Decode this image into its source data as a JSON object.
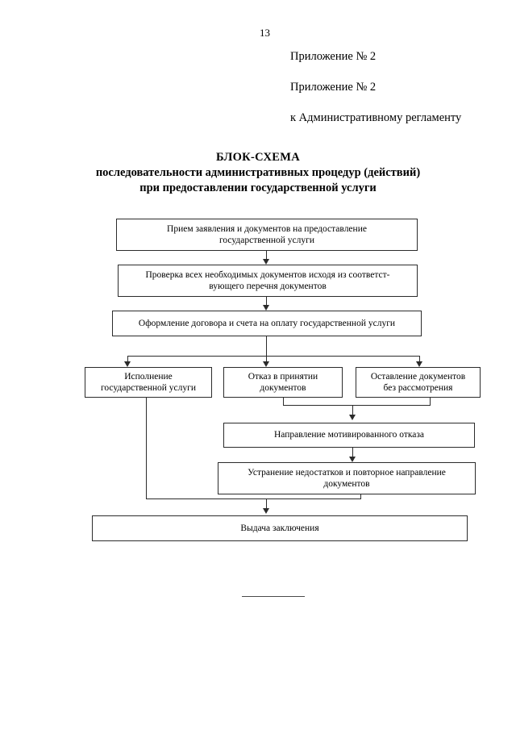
{
  "document": {
    "page_number": "13",
    "header_lines": [
      "Приложение № 2",
      "Приложение № 2",
      "к Административному регламенту"
    ],
    "title": {
      "main": "БЛОК-СХЕМА",
      "subtitle_line1": "последовательности административных процедур (действий)",
      "subtitle_line2": "при предоставлении государственной услуги"
    }
  },
  "flowchart": {
    "nodes": {
      "intake": {
        "line1": "Прием заявления и документов на предоставление",
        "line2": "государственной услуги"
      },
      "verification": {
        "line1": "Проверка всех необходимых документов исходя из соответст-",
        "line2": "вующего перечня документов"
      },
      "contract": {
        "line1": "Оформление договора и счета на оплату государственной услуги"
      },
      "execution": {
        "line1": "Исполнение",
        "line2": "государственной услуги"
      },
      "refusal": {
        "line1": "Отказ в принятии",
        "line2": "документов"
      },
      "left_without_review": {
        "line1": "Оставление документов",
        "line2": "без рассмотрения"
      },
      "motivated_refusal": {
        "line1": "Направление мотивированного отказа"
      },
      "correction": {
        "line1": "Устранение недостатков и повторное направление",
        "line2": "документов"
      },
      "issue_conclusion": {
        "line1": "Выдача заключения"
      }
    }
  },
  "colors": {
    "ink": "#000000",
    "stroke": "#2b2b2b",
    "paper": "#ffffff"
  }
}
